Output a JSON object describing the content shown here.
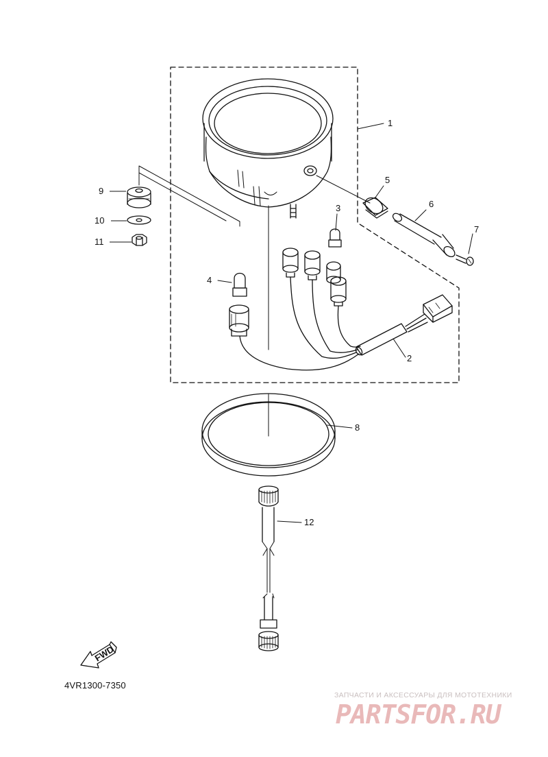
{
  "diagram": {
    "part_code": "4VR1300-7350",
    "fwd_label": "FWD",
    "callouts": [
      "1",
      "2",
      "3",
      "4",
      "5",
      "6",
      "7",
      "8",
      "9",
      "10",
      "11",
      "12"
    ]
  },
  "watermark": {
    "tagline": "ЗАПЧАСТИ И АКСЕССУАРЫ ДЛЯ МОТОТЕХНИКИ",
    "logo": "PARTSFOR.RU",
    "colors": {
      "tagline": "#c9bfbf",
      "logo": "#e9b9b9"
    }
  }
}
